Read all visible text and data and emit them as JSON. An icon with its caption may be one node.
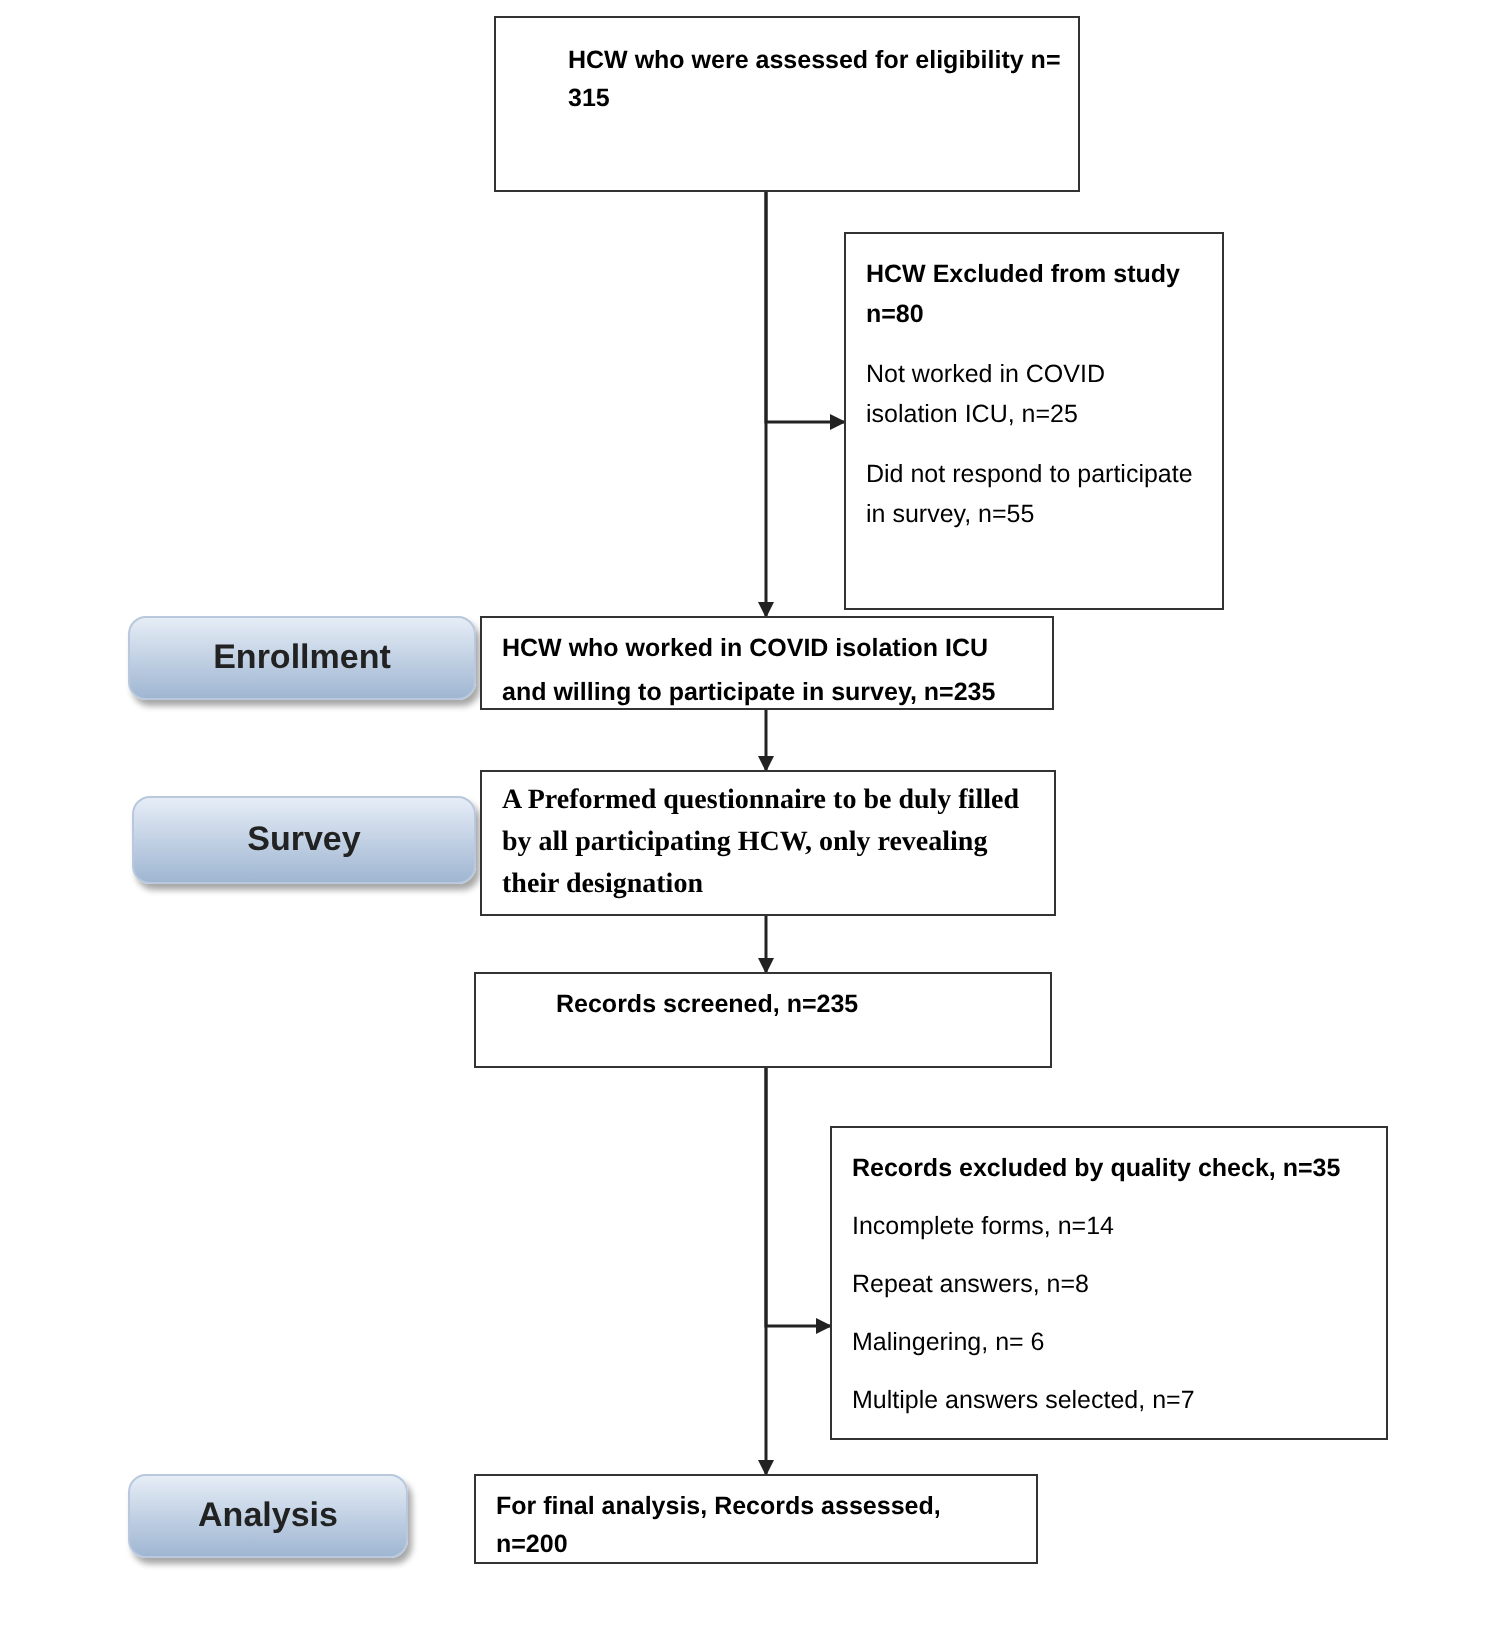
{
  "diagram": {
    "nodes": [
      {
        "text": [
          "HCW who were assessed for eligibility n= 315"
        ]
      },
      {
        "text": [
          "HCW Excluded from study n=80",
          "Not worked in COVID isolation ICU, n=25",
          "Did not respond to participate in survey, n=55"
        ]
      },
      {
        "text": [
          "Enrollment"
        ]
      },
      {
        "text": [
          "HCW who worked in COVID isolation ICU and willing to participate in survey, n=235"
        ]
      },
      {
        "text": [
          "Survey"
        ]
      },
      {
        "text": [
          "A Preformed questionnaire to be duly filled by all participating HCW, only revealing their designation"
        ]
      },
      {
        "text": [
          "Records screened, n=235"
        ]
      },
      {
        "text": [
          "Records excluded by quality check, n=35",
          "Incomplete forms, n=14",
          "Repeat answers, n=8",
          "Malingering, n= 6",
          "Multiple answers selected, n=7"
        ]
      },
      {
        "text": [
          "Analysis"
        ]
      },
      {
        "text": [
          "For final analysis, Records assessed, n=200"
        ]
      }
    ],
    "edges": [
      {
        "from": 0,
        "to": 3,
        "arrow": "to"
      },
      {
        "from": 0,
        "to": 1,
        "arrow": "to"
      },
      {
        "from": 3,
        "to": 5,
        "arrow": "to"
      },
      {
        "from": 5,
        "to": 6,
        "arrow": "to"
      },
      {
        "from": 6,
        "to": 9,
        "arrow": "to"
      },
      {
        "from": 6,
        "to": 7,
        "arrow": "to"
      }
    ]
  }
}
